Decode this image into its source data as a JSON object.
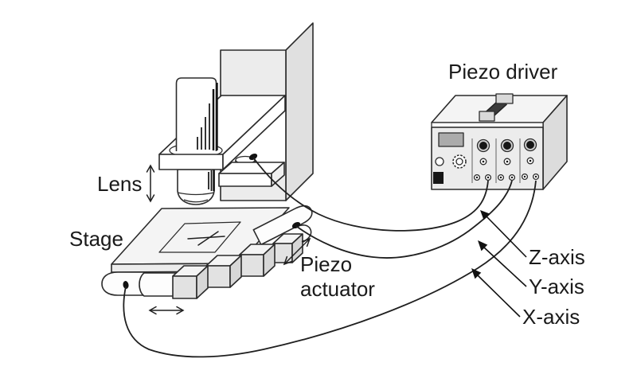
{
  "diagram": {
    "title": "Piezo driver",
    "labels": {
      "lens": "Lens",
      "stage": "Stage",
      "piezo_actuator_line1": "Piezo",
      "piezo_actuator_line2": "actuator",
      "z_axis": "Z-axis",
      "y_axis": "Y-axis",
      "x_axis": "X-axis"
    },
    "colors": {
      "outline": "#2b2b2b",
      "face_white": "#ffffff",
      "face_light": "#f4f4f4",
      "face_mid": "#ececec",
      "face_dark": "#dcdcdc",
      "panel": "#ececec",
      "display": "#ababab",
      "handle_strap": "#3c3c3c",
      "knob_dark": "#151515",
      "wire": "#1f1f1f"
    }
  }
}
